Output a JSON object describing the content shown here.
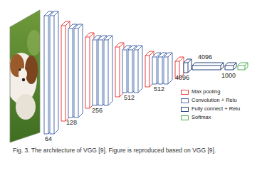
{
  "diagram": {
    "caption": "Fig. 3. The architecture of VGG [9]. Figure is reproduced based on VGG [9].",
    "labels": [
      "64",
      "128",
      "256",
      "512",
      "512",
      "4096",
      "4096",
      "1000"
    ],
    "legend": [
      {
        "text": "Max pooling",
        "color": "#e8413c"
      },
      {
        "text": "Convolution + Relu",
        "color": "#4f6fad"
      },
      {
        "text": "Fully connect + Relu",
        "color": "#24407a"
      },
      {
        "text": "Softmax",
        "color": "#4caf50"
      }
    ]
  }
}
